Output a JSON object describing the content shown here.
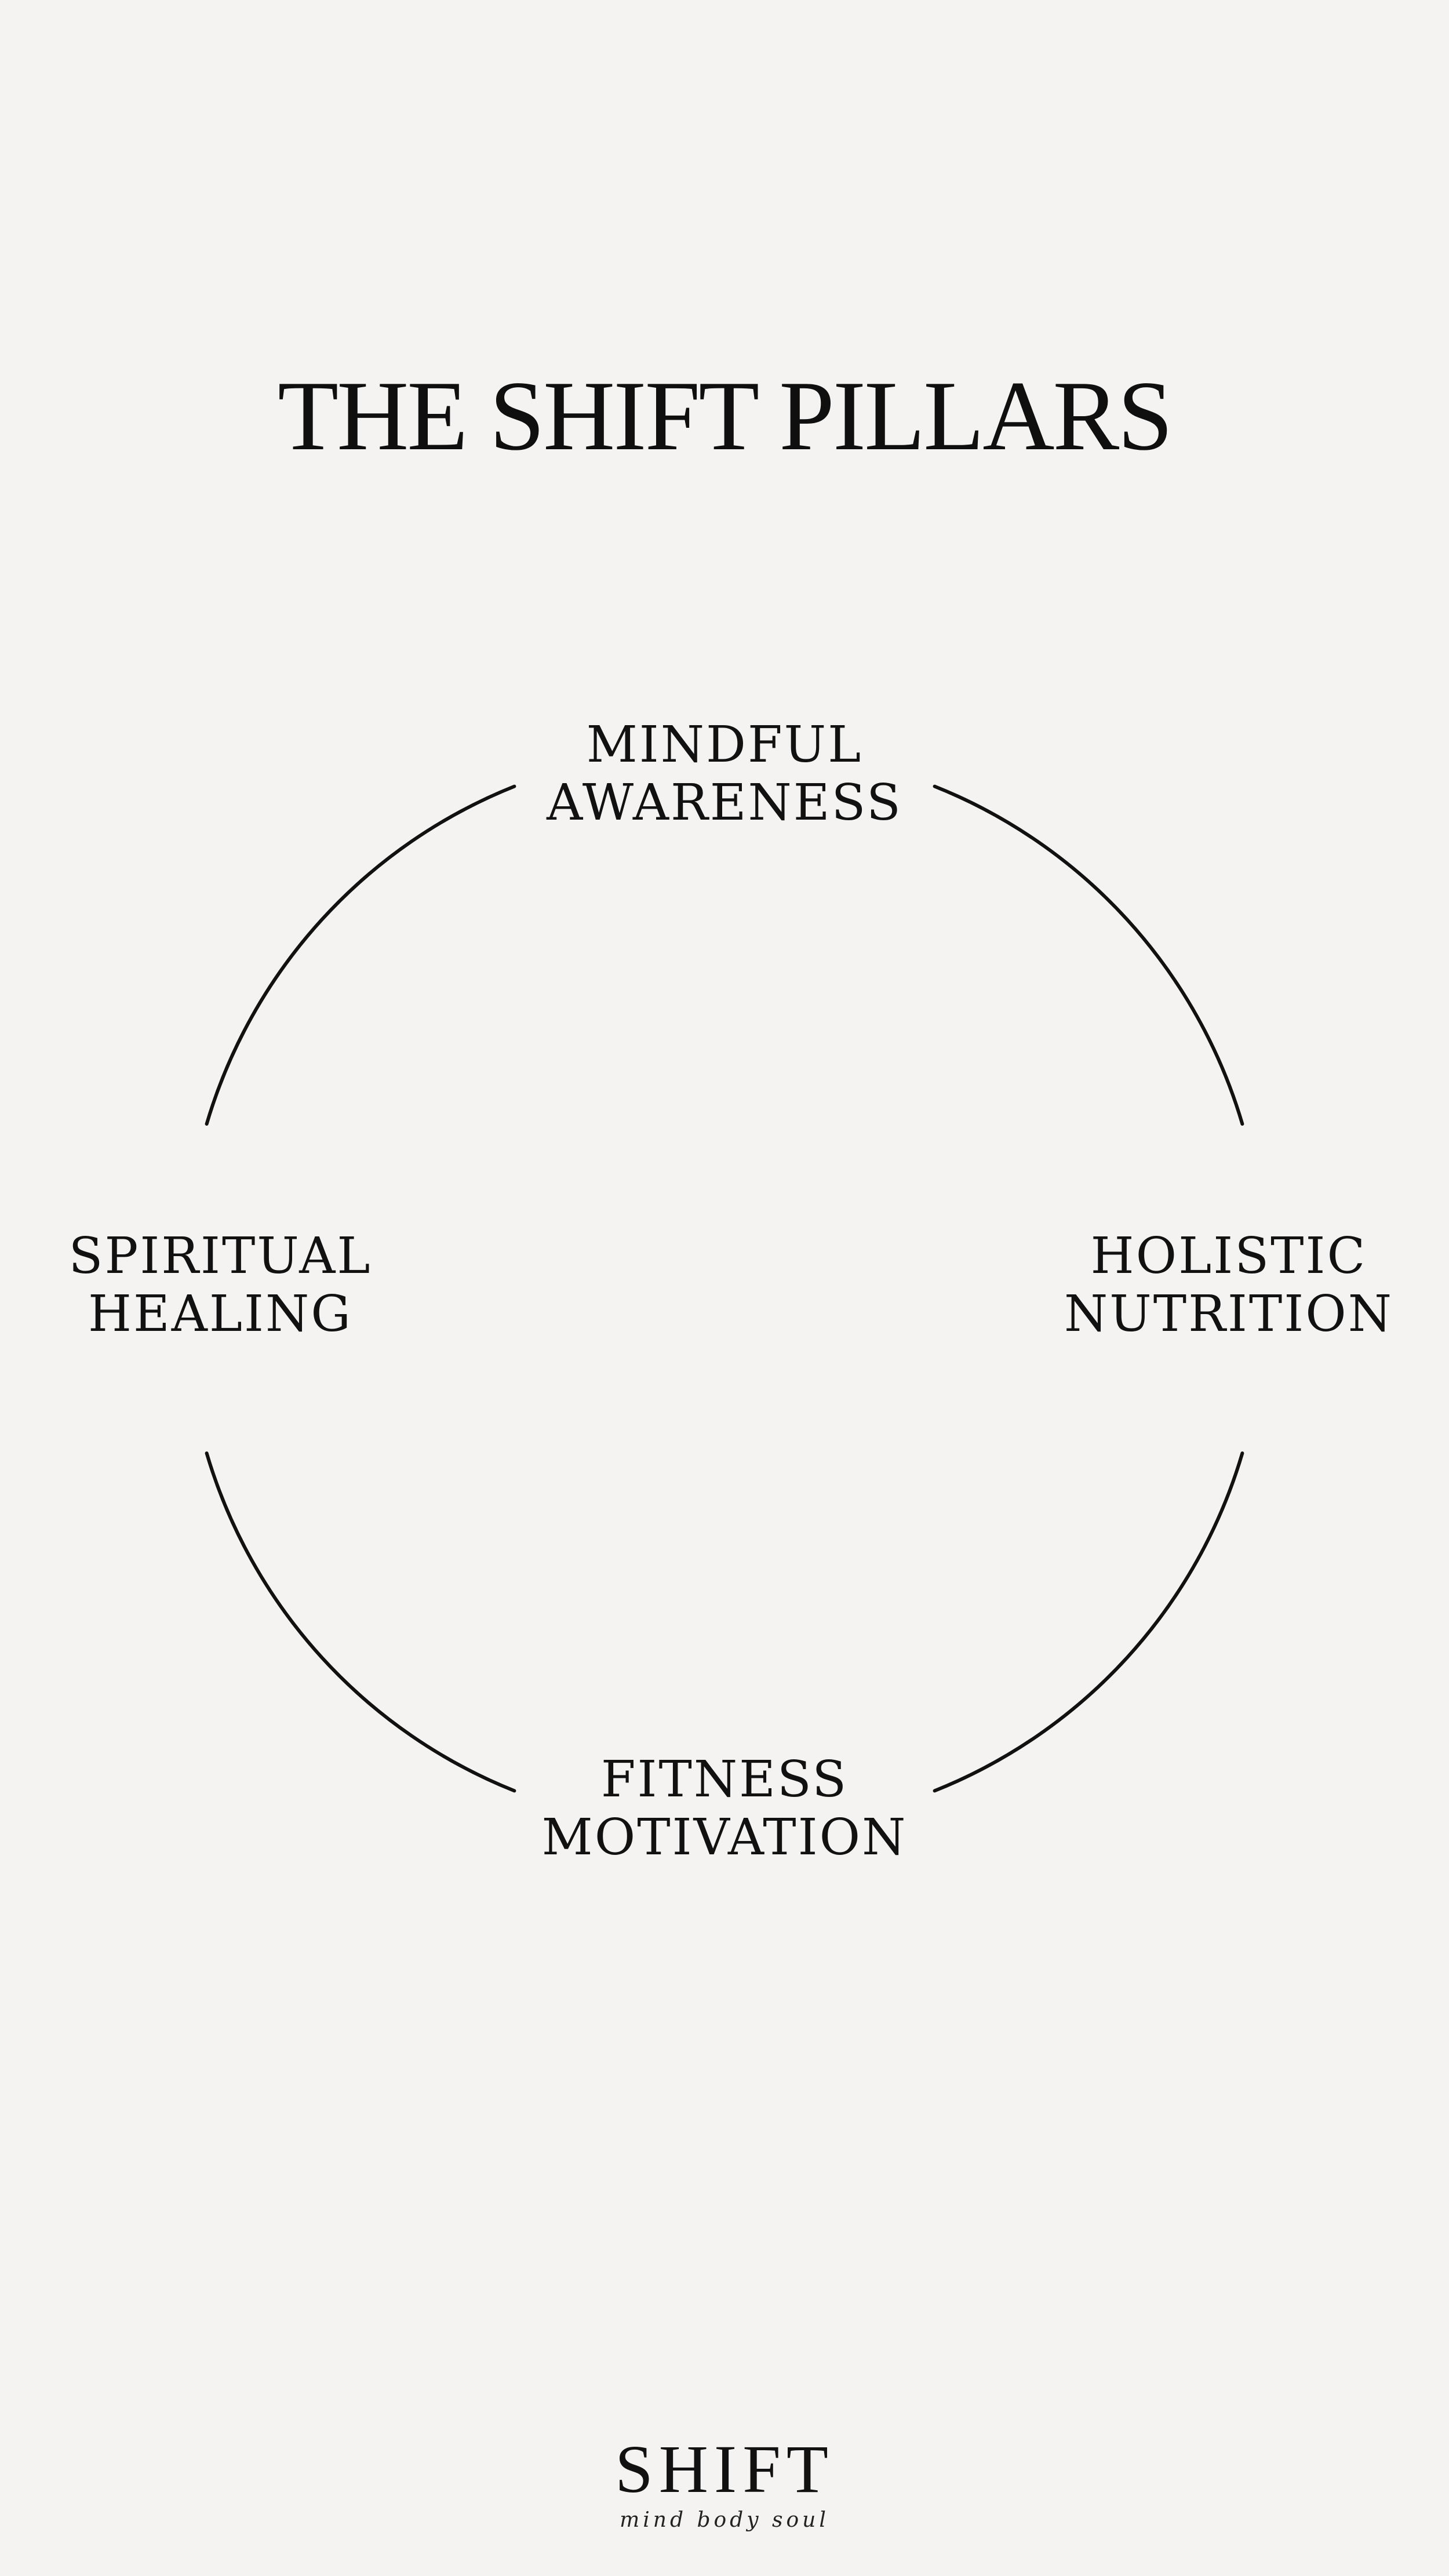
{
  "title": "THE SHIFT PILLARS",
  "pillars": {
    "top": {
      "line1": "MINDFUL",
      "line2": "AWARENESS"
    },
    "left": {
      "line1": "SPIRITUAL",
      "line2": "HEALING"
    },
    "right": {
      "line1": "HOLISTIC",
      "line2": "NUTRITION"
    },
    "bottom": {
      "line1": "FITNESS",
      "line2": "MOTIVATION"
    }
  },
  "brand": {
    "name": "SHIFT",
    "tagline": "mind body soul"
  },
  "colors": {
    "background": "#f4f3f2",
    "ink": "#111111"
  }
}
